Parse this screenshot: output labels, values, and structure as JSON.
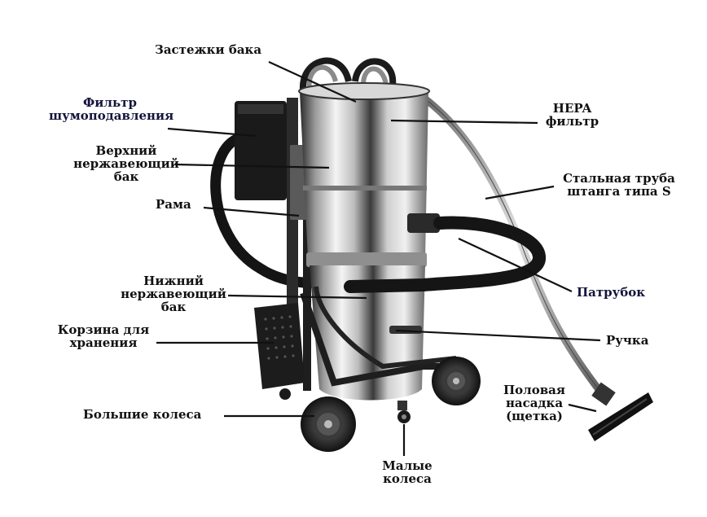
{
  "labels": {
    "tank_clips": "Застежки бака",
    "noise_filter": [
      "Фильтр",
      "шумоподавления"
    ],
    "upper_tank": [
      "Верхний",
      "нержавеющий",
      "бак"
    ],
    "frame": "Рама",
    "lower_tank": [
      "Нижний",
      "нержавеющий",
      "бак"
    ],
    "storage_basket": [
      "Корзина для",
      "хранения"
    ],
    "large_wheels": "Большие колеса",
    "small_wheels": [
      "Малые",
      "колеса"
    ],
    "hepa_filter": [
      "HEPA",
      "фильтр"
    ],
    "steel_pipe": [
      "Стальная труба",
      "штанга типа S"
    ],
    "inlet": "Патрубок",
    "handle": "Ручка",
    "floor_nozzle": [
      "Половая",
      "насадка",
      "(щетка)"
    ]
  },
  "colors": {
    "label_text": "#111111",
    "label_navy": "#14143c",
    "leader_line": "#111111",
    "steel_light": "#e8e8e8",
    "steel_dark": "#3a3a3a",
    "hose": "#141414",
    "background": "#ffffff"
  }
}
